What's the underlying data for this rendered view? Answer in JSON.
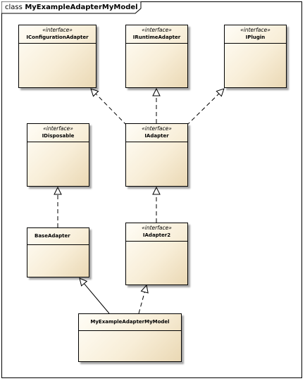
{
  "diagram": {
    "frame_keyword": "class",
    "frame_title": "MyExampleAdapterMyModel"
  },
  "classes": {
    "iconfiguration_adapter": {
      "stereotype": "«interface»",
      "name": "IConfigurationAdapter"
    },
    "iruntime_adapter": {
      "stereotype": "«interface»",
      "name": "IRuntimeAdapter"
    },
    "iplugin": {
      "stereotype": "«interface»",
      "name": "IPlugin"
    },
    "idisposable": {
      "stereotype": "«interface»",
      "name": "IDisposable"
    },
    "iadapter": {
      "stereotype": "«interface»",
      "name": "IAdapter"
    },
    "base_adapter": {
      "name": "BaseAdapter"
    },
    "iadapter2": {
      "stereotype": "«interface»",
      "name": "IAdapter2"
    },
    "my_example_adapter": {
      "name": "MyExampleAdapterMyModel"
    }
  },
  "relations": [
    {
      "from": "iadapter",
      "to": "iconfiguration_adapter",
      "kind": "realization"
    },
    {
      "from": "iadapter",
      "to": "iruntime_adapter",
      "kind": "realization"
    },
    {
      "from": "iadapter",
      "to": "iplugin",
      "kind": "realization"
    },
    {
      "from": "base_adapter",
      "to": "idisposable",
      "kind": "realization"
    },
    {
      "from": "iadapter2",
      "to": "iadapter",
      "kind": "realization"
    },
    {
      "from": "my_example_adapter",
      "to": "base_adapter",
      "kind": "generalization"
    },
    {
      "from": "my_example_adapter",
      "to": "iadapter2",
      "kind": "realization"
    }
  ]
}
